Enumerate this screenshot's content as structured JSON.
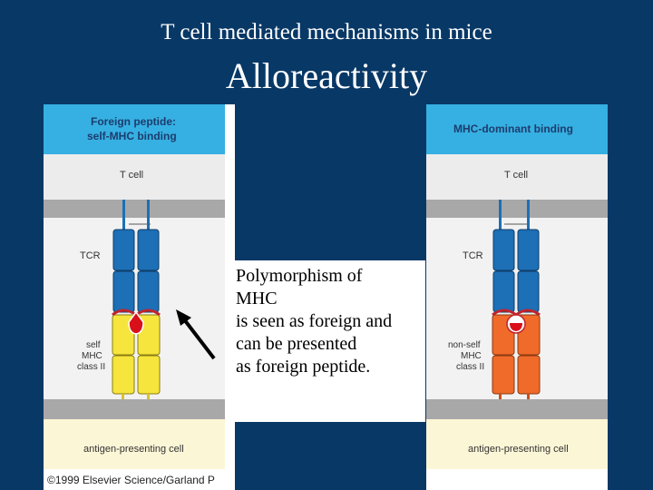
{
  "slide": {
    "title": "T cell mediated mechanisms in mice",
    "subtitle": "Alloreactivity"
  },
  "left_panel": {
    "header_line1": "Foreign  peptide:",
    "header_line2": "self-MHC  binding",
    "t_cell": "T cell",
    "tcr": "TCR",
    "mhc_line1": "self",
    "mhc_line2": "MHC",
    "mhc_line3": "class  II",
    "apc": "antigen-presenting   cell",
    "copyright": "©1999 Elsevier Science/Garland P"
  },
  "right_panel": {
    "header": "MHC-dominant  binding",
    "t_cell": "T cell",
    "tcr": "TCR",
    "mhc_line1": "non-self",
    "mhc_line2": "MHC",
    "mhc_line3": "class  II",
    "apc": "antigen-presenting   cell"
  },
  "overlay_text": "Polymorphism of\nMHC\nis seen as foreign and\ncan be presented\nas foreign peptide.",
  "colors": {
    "background": "#083866",
    "header_blue": "#36b0e2",
    "tcr_blue": "#1d6fb6",
    "self_mhc": "#f6e53c",
    "nonself_mhc": "#f06a2a",
    "peptide": "#d9101a",
    "apc_fill": "#fbf6d6"
  }
}
